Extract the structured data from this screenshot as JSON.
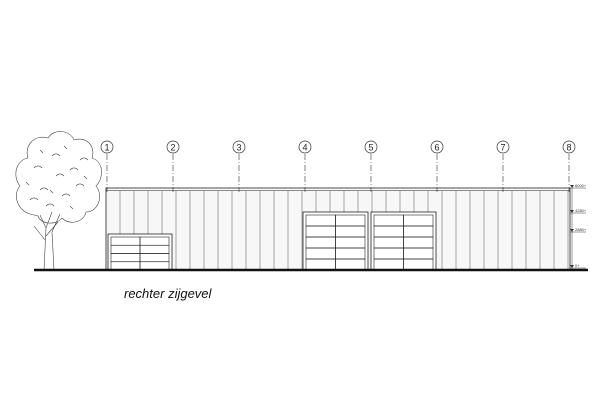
{
  "drawing": {
    "caption": "rechter zijgevel",
    "grid_axes": [
      "1",
      "2",
      "3",
      "4",
      "5",
      "6",
      "7",
      "8"
    ],
    "levels": [
      "6000+",
      "4280+",
      "2880+",
      "0+"
    ],
    "colors": {
      "ink": "#222222",
      "wall": "#f7f7f7",
      "ground": "#111111"
    },
    "elements": {
      "tree": "tree-icon",
      "small_door_panel_rows": 4,
      "large_door_panel_rows": 5,
      "door_panel_columns": 2
    }
  }
}
